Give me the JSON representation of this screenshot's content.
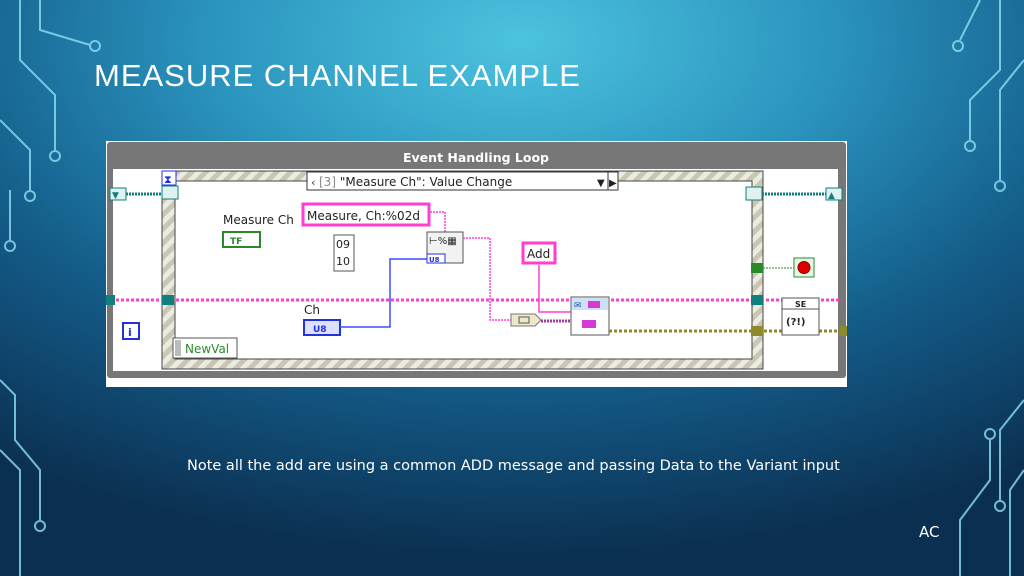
{
  "slide": {
    "title": "MEASURE CHANNEL EXAMPLE",
    "note": "Note all the add are using a common ADD message and passing Data to the Variant input",
    "footer": "AC"
  },
  "diagram": {
    "loop_label": "Event Handling Loop",
    "event_case": "[3] \"Measure Ch\": Value Change",
    "event_case_index": "[3]",
    "event_case_name": "\"Measure Ch\": Value Change",
    "control_label": "Measure Ch",
    "bool_terminal": "TF",
    "format_string": "Measure, Ch:%02d",
    "list_values": [
      "09",
      "10"
    ],
    "ch_label": "Ch",
    "ch_type": "U8",
    "format_input_type": "U8",
    "message_constant": "Add",
    "event_data_node": "NewVal",
    "iteration_terminal": "i",
    "subvi_label": "SE",
    "colors": {
      "string_wire": "#ff3fd0",
      "numeric_wire": "#3a4cff",
      "class_wire": "#8c8a2a",
      "queue_wire": "#0f7f7f",
      "stop": "#e00000"
    }
  }
}
